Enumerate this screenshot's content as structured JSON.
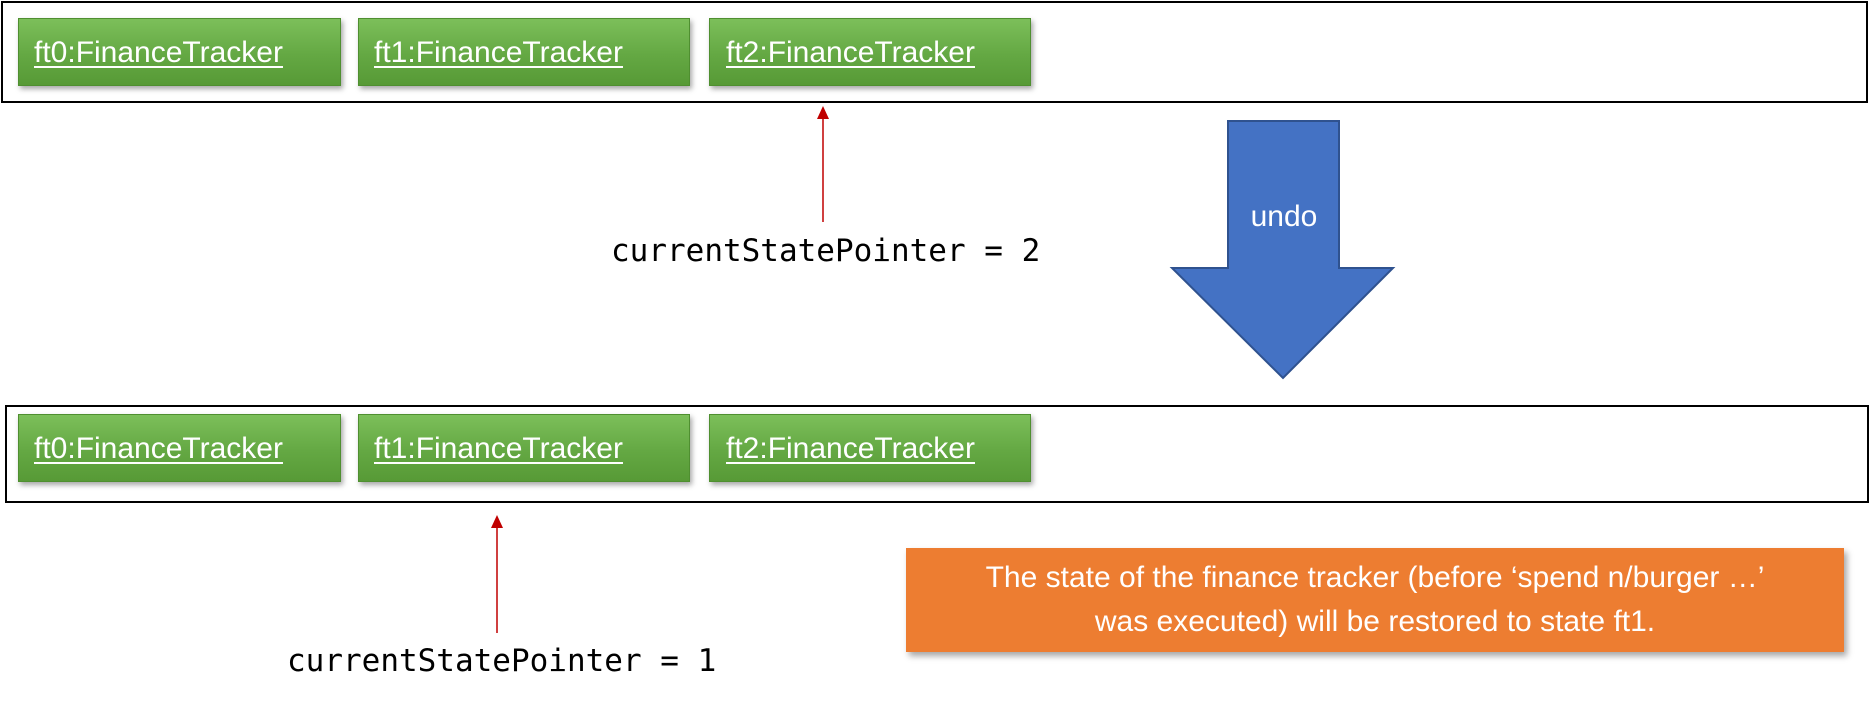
{
  "top_row": {
    "states": [
      "ft0:FinanceTracker",
      "ft1:FinanceTracker",
      "ft2:FinanceTracker"
    ],
    "pointer_label": "currentStatePointer = 2"
  },
  "action": {
    "label": "undo"
  },
  "bottom_row": {
    "states": [
      "ft0:FinanceTracker",
      "ft1:FinanceTracker",
      "ft2:FinanceTracker"
    ],
    "pointer_label": "currentStatePointer = 1"
  },
  "note": {
    "line1": "The state of the finance tracker (before ‘spend n/burger …’",
    "line2": "was executed) will be restored to state ft1."
  },
  "colors": {
    "state_box": "#64a843",
    "undo_arrow": "#4472c4",
    "note_box": "#ed7d31",
    "pointer_arrow": "#c00000"
  }
}
